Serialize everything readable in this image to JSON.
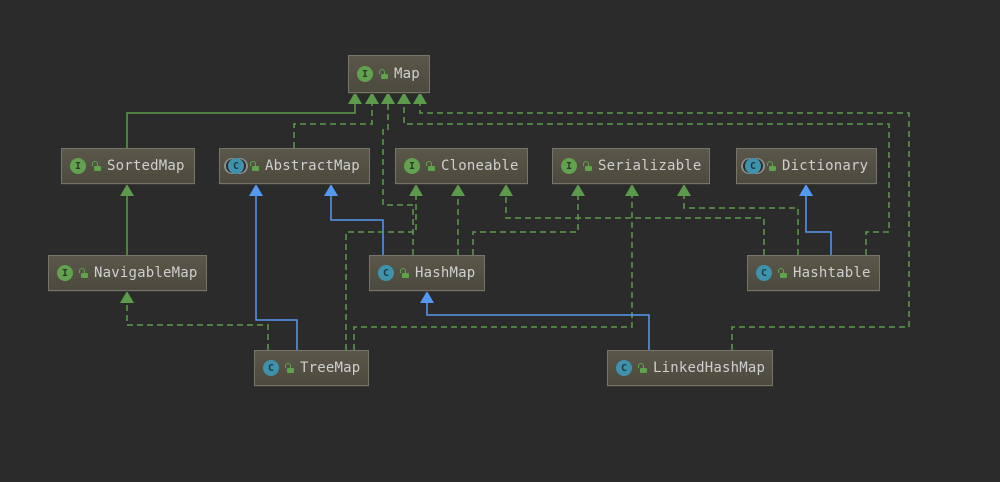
{
  "diagram": {
    "title": "Map class hierarchy",
    "colors": {
      "background": "#2b2b2b",
      "inherits_interface": "#5d9b4c",
      "extends_class": "#5499f0",
      "implements": "#5d9b4c",
      "interface_badge": "#62a14f",
      "class_badge": "#3f92ab",
      "visibility_icon": "#5ea44b"
    },
    "nodes": {
      "map": {
        "label": "Map",
        "kind": "interface",
        "kind_glyph": "I",
        "visibility_icon": "unlocked-icon"
      },
      "sortedmap": {
        "label": "SortedMap",
        "kind": "interface",
        "kind_glyph": "I",
        "visibility_icon": "unlocked-icon"
      },
      "abstractmap": {
        "label": "AbstractMap",
        "kind": "abstract-class",
        "kind_glyph": "C",
        "visibility_icon": "unlocked-icon"
      },
      "cloneable": {
        "label": "Cloneable",
        "kind": "interface",
        "kind_glyph": "I",
        "visibility_icon": "unlocked-icon"
      },
      "serializable": {
        "label": "Serializable",
        "kind": "interface",
        "kind_glyph": "I",
        "visibility_icon": "unlocked-icon"
      },
      "dictionary": {
        "label": "Dictionary",
        "kind": "abstract-class",
        "kind_glyph": "C",
        "visibility_icon": "unlocked-icon"
      },
      "navigablemap": {
        "label": "NavigableMap",
        "kind": "interface",
        "kind_glyph": "I",
        "visibility_icon": "unlocked-icon"
      },
      "hashmap": {
        "label": "HashMap",
        "kind": "class",
        "kind_glyph": "C",
        "visibility_icon": "unlocked-icon"
      },
      "hashtable": {
        "label": "Hashtable",
        "kind": "class",
        "kind_glyph": "C",
        "visibility_icon": "unlocked-icon"
      },
      "treemap": {
        "label": "TreeMap",
        "kind": "class",
        "kind_glyph": "C",
        "visibility_icon": "unlocked-icon"
      },
      "linkedhashmap": {
        "label": "LinkedHashMap",
        "kind": "class",
        "kind_glyph": "C",
        "visibility_icon": "unlocked-icon"
      }
    },
    "edges": [
      {
        "from": "SortedMap",
        "to": "Map",
        "type": "inherits"
      },
      {
        "from": "AbstractMap",
        "to": "Map",
        "type": "implements"
      },
      {
        "from": "HashMap",
        "to": "Map",
        "type": "implements"
      },
      {
        "from": "Hashtable",
        "to": "Map",
        "type": "implements"
      },
      {
        "from": "LinkedHashMap",
        "to": "Map",
        "type": "implements"
      },
      {
        "from": "NavigableMap",
        "to": "SortedMap",
        "type": "inherits"
      },
      {
        "from": "TreeMap",
        "to": "AbstractMap",
        "type": "extends"
      },
      {
        "from": "HashMap",
        "to": "AbstractMap",
        "type": "extends"
      },
      {
        "from": "TreeMap",
        "to": "Cloneable",
        "type": "implements"
      },
      {
        "from": "HashMap",
        "to": "Cloneable",
        "type": "implements"
      },
      {
        "from": "Hashtable",
        "to": "Cloneable",
        "type": "implements"
      },
      {
        "from": "HashMap",
        "to": "Serializable",
        "type": "implements"
      },
      {
        "from": "TreeMap",
        "to": "Serializable",
        "type": "implements"
      },
      {
        "from": "Hashtable",
        "to": "Serializable",
        "type": "implements"
      },
      {
        "from": "Hashtable",
        "to": "Dictionary",
        "type": "extends"
      },
      {
        "from": "TreeMap",
        "to": "NavigableMap",
        "type": "implements"
      },
      {
        "from": "LinkedHashMap",
        "to": "HashMap",
        "type": "extends"
      }
    ]
  }
}
